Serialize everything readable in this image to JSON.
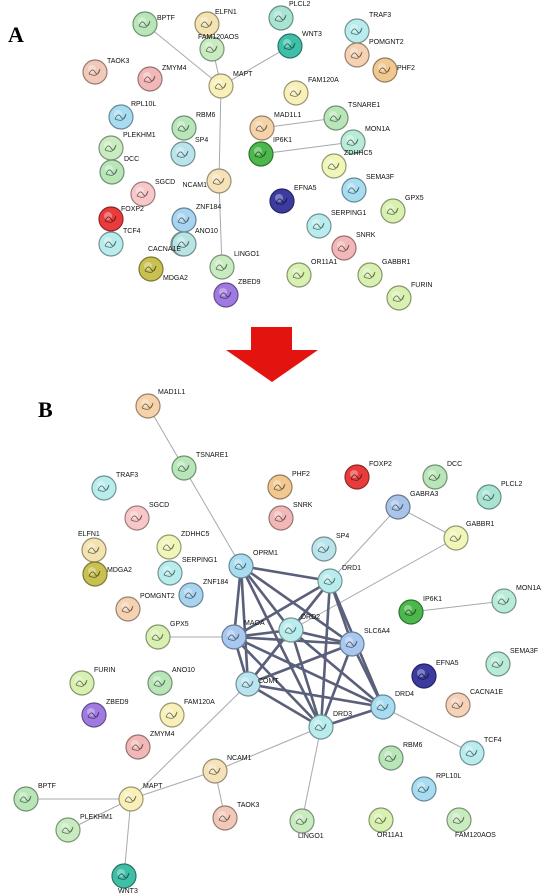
{
  "panels": [
    {
      "letter": "A"
    },
    {
      "letter": "B"
    }
  ],
  "arrow_color": "#e3140f",
  "panel_a": {
    "nodes": [
      {
        "id": "BPTF",
        "color": "#b8e6b8"
      },
      {
        "id": "ELFN1",
        "color": "#f3e3b0"
      },
      {
        "id": "PLCL2",
        "color": "#a8e4d4"
      },
      {
        "id": "TRAF3",
        "color": "#b9ecec"
      },
      {
        "id": "TAOK3",
        "color": "#f2c8b8"
      },
      {
        "id": "ZMYM4",
        "color": "#f2b8b8"
      },
      {
        "id": "FAM120AOS",
        "color": "#c8ecc0"
      },
      {
        "id": "WNT3",
        "color": "#3fbfa8"
      },
      {
        "id": "POMGNT2",
        "color": "#f5d2b2"
      },
      {
        "id": "PHF2",
        "color": "#f0c890"
      },
      {
        "id": "MAPT",
        "color": "#f8f0b8"
      },
      {
        "id": "FAM120A",
        "color": "#f8f0b8"
      },
      {
        "id": "RPL10L",
        "color": "#a8dcf0"
      },
      {
        "id": "RBM6",
        "color": "#b8e6b8"
      },
      {
        "id": "MAD1L1",
        "color": "#f5d2a8"
      },
      {
        "id": "TSNARE1",
        "color": "#b8e6b8"
      },
      {
        "id": "PLEKHM1",
        "color": "#c8ecc0"
      },
      {
        "id": "SP4",
        "color": "#b9e4ec"
      },
      {
        "id": "MON1A",
        "color": "#b9ecd8"
      },
      {
        "id": "DCC",
        "color": "#b8e6b8"
      },
      {
        "id": "IP6K1",
        "color": "#4cb84c"
      },
      {
        "id": "ZDHHC5",
        "color": "#f0f5b8"
      },
      {
        "id": "NCAM1",
        "color": "#f5e2b8"
      },
      {
        "id": "SGCD",
        "color": "#f8c8c8"
      },
      {
        "id": "EFNA5",
        "color": "#3c3ca0"
      },
      {
        "id": "SEMA3F",
        "color": "#a8dcf0"
      },
      {
        "id": "FOXP2",
        "color": "#e83c3c"
      },
      {
        "id": "ZNF184",
        "color": "#a8d4f0"
      },
      {
        "id": "GPX5",
        "color": "#d8f0b0"
      },
      {
        "id": "TCF4",
        "color": "#b9ecec"
      },
      {
        "id": "ANO10",
        "color": "#b8e6b8"
      },
      {
        "id": "SERPING1",
        "color": "#b9ecec"
      },
      {
        "id": "CACNA1E",
        "color": "#b9e4e4"
      },
      {
        "id": "SNRK",
        "color": "#f2b8b8"
      },
      {
        "id": "LINGO1",
        "color": "#c8ecc0"
      },
      {
        "id": "MDGA2",
        "color": "#c8c050"
      },
      {
        "id": "ZBED9",
        "color": "#9f7ae0"
      },
      {
        "id": "OR11A1",
        "color": "#d8f0b0"
      },
      {
        "id": "GABBR1",
        "color": "#d8f0b0"
      },
      {
        "id": "FURIN",
        "color": "#d8f0b0"
      }
    ],
    "edges": [
      [
        "BPTF",
        "MAPT"
      ],
      [
        "ELFN1",
        "MAPT"
      ],
      [
        "WNT3",
        "MAPT"
      ],
      [
        "MAPT",
        "NCAM1"
      ],
      [
        "MAD1L1",
        "TSNARE1"
      ],
      [
        "IP6K1",
        "MON1A"
      ],
      [
        "NCAM1",
        "LINGO1"
      ]
    ]
  },
  "panel_b": {
    "nodes": [
      {
        "id": "MAD1L1",
        "color": "#f5d2a8"
      },
      {
        "id": "TSNARE1",
        "color": "#b8e6b8"
      },
      {
        "id": "TRAF3",
        "color": "#b9ecec"
      },
      {
        "id": "PHF2",
        "color": "#f0c890"
      },
      {
        "id": "FOXP2",
        "color": "#e83c3c"
      },
      {
        "id": "DCC",
        "color": "#b8e6b8"
      },
      {
        "id": "SGCD",
        "color": "#f8c8c8"
      },
      {
        "id": "SNRK",
        "color": "#f2b8b8"
      },
      {
        "id": "GABRA3",
        "color": "#a8c4e8"
      },
      {
        "id": "PLCL2",
        "color": "#a8e4d4"
      },
      {
        "id": "GABBR1",
        "color": "#f0f5b8"
      },
      {
        "id": "ELFN1",
        "color": "#f3e3b0"
      },
      {
        "id": "ZDHHC5",
        "color": "#f0f5b8"
      },
      {
        "id": "SP4",
        "color": "#b9e4ec"
      },
      {
        "id": "OPRM1",
        "color": "#a8dcf0"
      },
      {
        "id": "DRD1",
        "color": "#b9ecec"
      },
      {
        "id": "MDGA2",
        "color": "#c8c050"
      },
      {
        "id": "SERPING1",
        "color": "#b9ecec"
      },
      {
        "id": "POMGNT2",
        "color": "#f5d2b2"
      },
      {
        "id": "ZNF184",
        "color": "#a8d4f0"
      },
      {
        "id": "IP6K1",
        "color": "#4cb84c"
      },
      {
        "id": "MON1A",
        "color": "#b9ecd8"
      },
      {
        "id": "GPX5",
        "color": "#d8f0b0"
      },
      {
        "id": "MAOA",
        "color": "#a8c8f0"
      },
      {
        "id": "DRD2",
        "color": "#b9ecec"
      },
      {
        "id": "SLC6A4",
        "color": "#a8c8f0"
      },
      {
        "id": "SEMA3F",
        "color": "#b9ecd8"
      },
      {
        "id": "EFNA5",
        "color": "#3c3ca0"
      },
      {
        "id": "COMT",
        "color": "#b9e4f0"
      },
      {
        "id": "CACNA1E",
        "color": "#f5d2b8"
      },
      {
        "id": "FURIN",
        "color": "#d8f0b0"
      },
      {
        "id": "ANO10",
        "color": "#b8e6b8"
      },
      {
        "id": "DRD4",
        "color": "#a8dcf0"
      },
      {
        "id": "ZBED9",
        "color": "#9f7ae0"
      },
      {
        "id": "FAM120A",
        "color": "#f8f0b8"
      },
      {
        "id": "DRD3",
        "color": "#b9ecec"
      },
      {
        "id": "TCF4",
        "color": "#b9ecec"
      },
      {
        "id": "ZMYM4",
        "color": "#f2b8b8"
      },
      {
        "id": "RBM6",
        "color": "#b8e6b8"
      },
      {
        "id": "NCAM1",
        "color": "#f5e2b8"
      },
      {
        "id": "RPL10L",
        "color": "#a8dcf0"
      },
      {
        "id": "BPTF",
        "color": "#b8e6b8"
      },
      {
        "id": "MAPT",
        "color": "#f8f0b8"
      },
      {
        "id": "PLEKHM1",
        "color": "#c8ecc0"
      },
      {
        "id": "TAOK3",
        "color": "#f2c8b8"
      },
      {
        "id": "LINGO1",
        "color": "#c8ecc0"
      },
      {
        "id": "OR11A1",
        "color": "#d8f0b0"
      },
      {
        "id": "FAM120AOS",
        "color": "#c8ecc0"
      },
      {
        "id": "WNT3",
        "color": "#3fbfa8"
      }
    ],
    "edges": [
      [
        "MAD1L1",
        "TSNARE1"
      ],
      [
        "TSNARE1",
        "OPRM1"
      ],
      [
        "GABRA3",
        "GABBR1"
      ],
      [
        "GABRA3",
        "DRD1"
      ],
      [
        "GABBR1",
        "DRD2"
      ],
      [
        "IP6K1",
        "MON1A"
      ],
      [
        "OPRM1",
        "DRD1"
      ],
      [
        "OPRM1",
        "DRD2"
      ],
      [
        "OPRM1",
        "MAOA"
      ],
      [
        "OPRM1",
        "COMT"
      ],
      [
        "OPRM1",
        "SLC6A4"
      ],
      [
        "OPRM1",
        "DRD3"
      ],
      [
        "DRD1",
        "DRD2"
      ],
      [
        "DRD1",
        "MAOA"
      ],
      [
        "DRD1",
        "COMT"
      ],
      [
        "DRD1",
        "SLC6A4"
      ],
      [
        "DRD1",
        "DRD3"
      ],
      [
        "DRD1",
        "DRD4"
      ],
      [
        "MAOA",
        "DRD2"
      ],
      [
        "MAOA",
        "COMT"
      ],
      [
        "MAOA",
        "SLC6A4"
      ],
      [
        "MAOA",
        "DRD3"
      ],
      [
        "MAOA",
        "DRD4"
      ],
      [
        "MAOA",
        "GPX5"
      ],
      [
        "DRD2",
        "SLC6A4"
      ],
      [
        "DRD2",
        "COMT"
      ],
      [
        "DRD2",
        "DRD3"
      ],
      [
        "DRD2",
        "DRD4"
      ],
      [
        "SLC6A4",
        "COMT"
      ],
      [
        "SLC6A4",
        "DRD3"
      ],
      [
        "SLC6A4",
        "DRD4"
      ],
      [
        "COMT",
        "DRD3"
      ],
      [
        "COMT",
        "DRD4"
      ],
      [
        "DRD3",
        "DRD4"
      ],
      [
        "DRD4",
        "TCF4"
      ],
      [
        "COMT",
        "MAPT"
      ],
      [
        "DRD3",
        "NCAM1"
      ],
      [
        "DRD3",
        "LINGO1"
      ],
      [
        "BPTF",
        "MAPT"
      ],
      [
        "MAPT",
        "PLEKHM1"
      ],
      [
        "MAPT",
        "WNT3"
      ],
      [
        "MAPT",
        "NCAM1"
      ],
      [
        "NCAM1",
        "TAOK3"
      ]
    ]
  }
}
